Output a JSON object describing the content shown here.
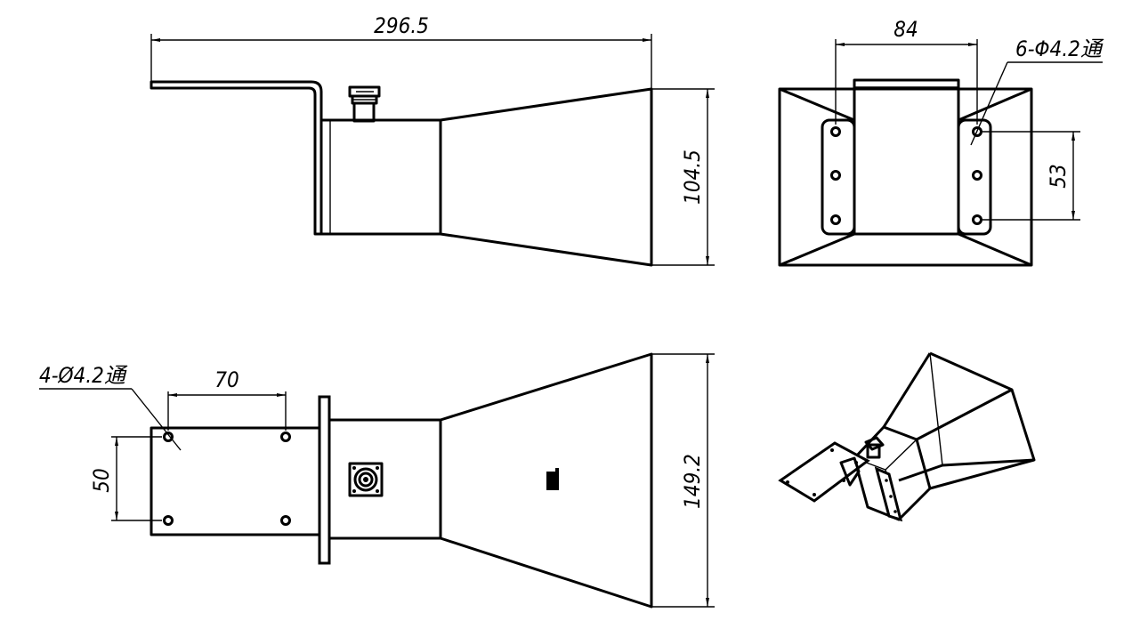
{
  "dimensions": {
    "length": "296.5",
    "small_height": "104.5",
    "width": "84",
    "hole_pitch_v": "53",
    "holes_front": "6-Φ4.2通",
    "holes_bottom": "4-Ø4.2通",
    "bracket_width": "70",
    "bracket_height": "50",
    "large_height": "149.2"
  }
}
